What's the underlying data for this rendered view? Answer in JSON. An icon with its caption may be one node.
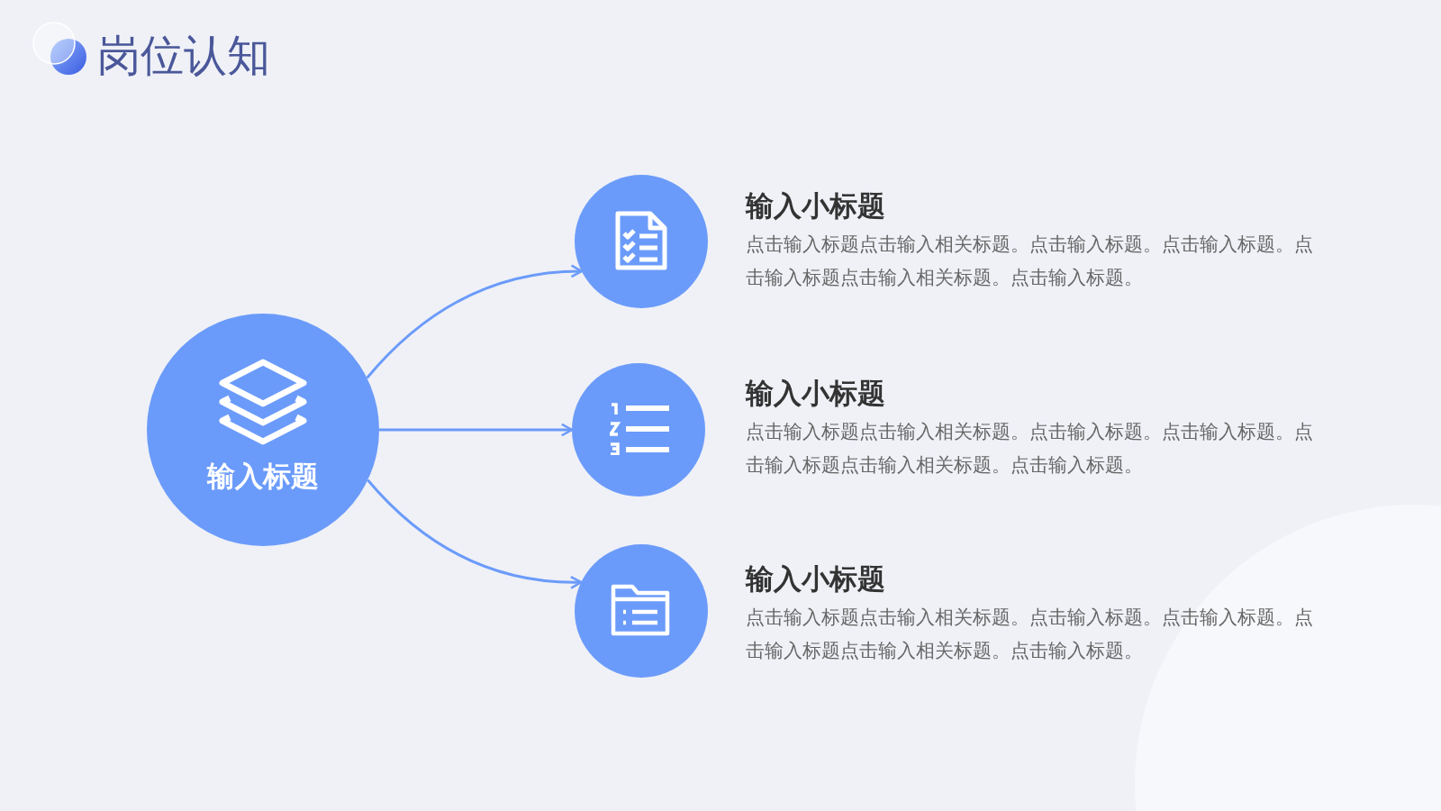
{
  "diagram": {
    "title": "岗位认知",
    "nodes": [
      {
        "text": [
          "输入标题"
        ]
      },
      {
        "text": [
          "输入小标题",
          "点击输入标题点击输入相关标题。点击输入标题。点击输入标题。点击输入标题点击输入相关标题。点击输入标题。"
        ]
      },
      {
        "text": [
          "输入小标题",
          "点击输入标题点击输入相关标题。点击输入标题。点击输入标题。点击输入标题点击输入相关标题。点击输入标题。"
        ]
      },
      {
        "text": [
          "输入小标题",
          "点击输入标题点击输入相关标题。点击输入标题。点击输入标题。点击输入标题点击输入相关标题。点击输入标题。"
        ]
      }
    ],
    "edges": [
      {
        "from": 0,
        "to": 1,
        "arrow": "to"
      },
      {
        "from": 0,
        "to": 2,
        "arrow": "to"
      },
      {
        "from": 0,
        "to": 3,
        "arrow": "to"
      }
    ]
  }
}
